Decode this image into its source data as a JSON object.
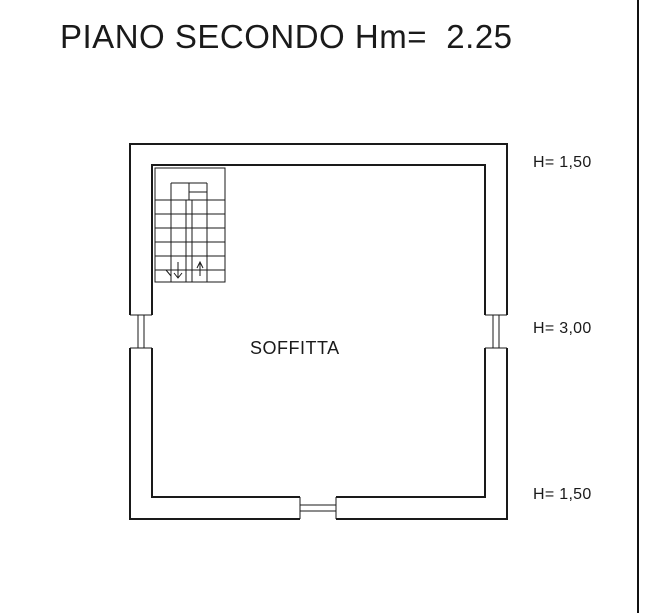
{
  "title": "PIANO SECONDO Hm=  2.25",
  "room": {
    "label": "SOFFITTA"
  },
  "heights": {
    "top": "H= 1,50",
    "middle": "H= 3,00",
    "bottom": "H= 1,50"
  },
  "colors": {
    "line": "#1a1a1a",
    "fill": "#ffffff"
  }
}
